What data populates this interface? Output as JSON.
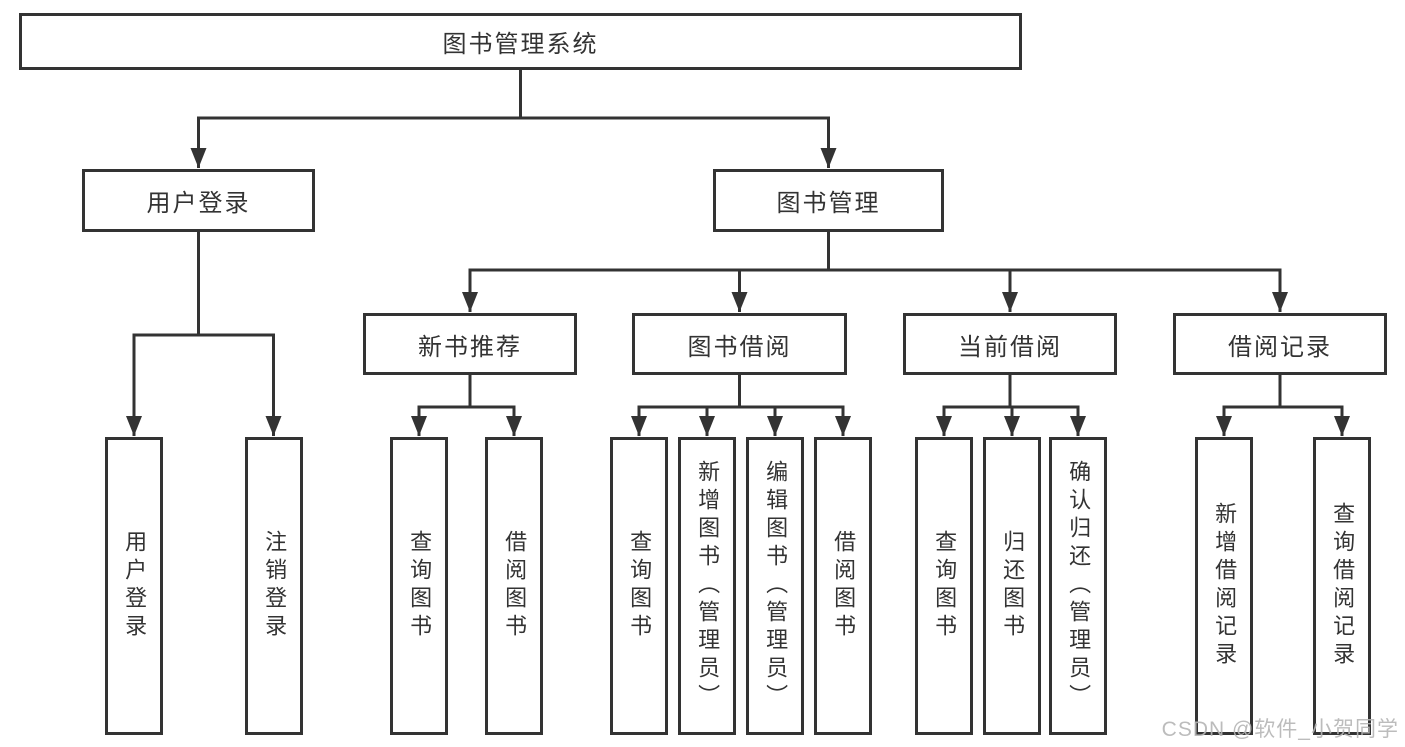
{
  "colors": {
    "line": "#333333",
    "text": "#333333",
    "background": "#ffffff",
    "watermark": "#b5b5b5"
  },
  "watermark": "CSDN @软件_小贺同学",
  "tree": {
    "label": "图书管理系统",
    "children": [
      {
        "label": "用户登录",
        "children": [
          {
            "label": "用户登录"
          },
          {
            "label": "注销登录"
          }
        ]
      },
      {
        "label": "图书管理",
        "children": [
          {
            "label": "新书推荐",
            "children": [
              {
                "label": "查询图书"
              },
              {
                "label": "借阅图书"
              }
            ]
          },
          {
            "label": "图书借阅",
            "children": [
              {
                "label": "查询图书"
              },
              {
                "label": "新增图书（管理员）"
              },
              {
                "label": "编辑图书（管理员）"
              },
              {
                "label": "借阅图书"
              }
            ]
          },
          {
            "label": "当前借阅",
            "children": [
              {
                "label": "查询图书"
              },
              {
                "label": "归还图书"
              },
              {
                "label": "确认归还（管理员）"
              }
            ]
          },
          {
            "label": "借阅记录",
            "children": [
              {
                "label": "新增借阅记录"
              },
              {
                "label": "查询借阅记录"
              }
            ]
          }
        ]
      }
    ]
  }
}
